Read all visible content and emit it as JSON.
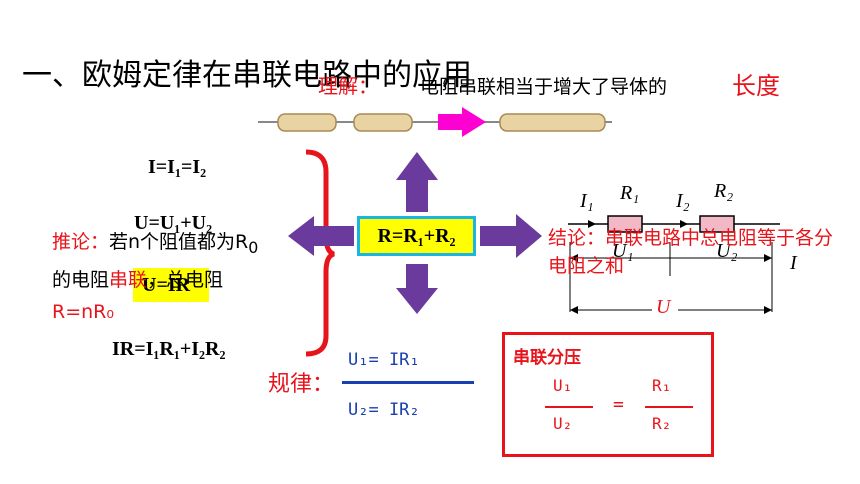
{
  "title": "一、欧姆定律在串联电路中的应用",
  "understanding": {
    "label": "理解：",
    "text": "电阻串联相当于增大了导体的",
    "keyword": "长度"
  },
  "left_formulas": {
    "current": "I=I₁=I₂",
    "voltage": "U=U₁+U₂",
    "ohm": "U=IR",
    "combined": "IR=I₁R₁+I₂R₂"
  },
  "center_formula": "R=R₁+R₂",
  "inference": {
    "label": "推论：",
    "text1": "若n个阻值都为R",
    "sub": "0",
    "text2": "的电阻",
    "keyword": "串联",
    "text3": "，总电阻",
    "result": "R=nR₀"
  },
  "conclusion": {
    "label": "结论：",
    "text": "串联电路中总电阻等于各分电阻之和"
  },
  "circuit": {
    "I1": "I₁",
    "R1": "R₁",
    "I2": "I₂",
    "R2": "R₂",
    "U1": "U₁",
    "U2": "U₂",
    "I": "I",
    "U": "U"
  },
  "rule": {
    "label": "规律：",
    "top": "U₁= IR₁",
    "bottom": "U₂= IR₂"
  },
  "voltage_divider": {
    "title": "串联分压",
    "u1": "U₁",
    "u2": "U₂",
    "eq": "=",
    "r1": "R₁",
    "r2": "R₂"
  },
  "colors": {
    "red": "#e8141b",
    "arrow": "#6a3b9c",
    "pink_arrow": "#ff00d2",
    "yellow": "#ffff00",
    "blue_line": "#1a3fb3"
  }
}
